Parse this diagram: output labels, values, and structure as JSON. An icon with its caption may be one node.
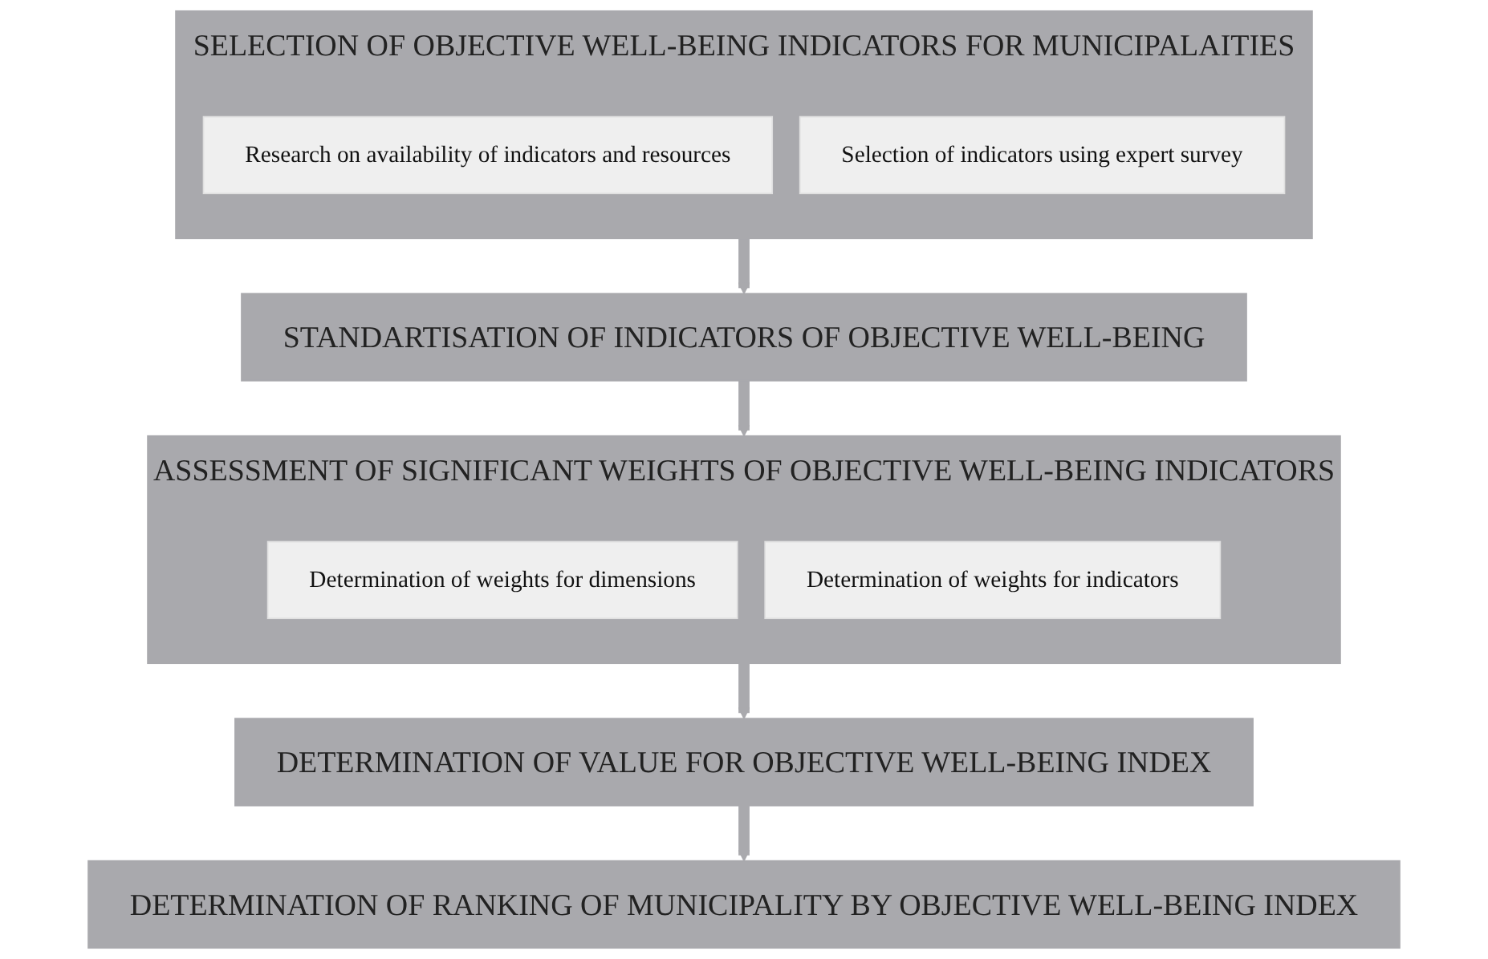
{
  "diagram": {
    "nodes": [
      {
        "text": [
          "SELECTION OF OBJECTIVE WELL-BEING INDICATORS FOR MUNICIPALAITIES"
        ]
      },
      {
        "text": [
          "Research on availability of indicators and resources"
        ],
        "in": 0
      },
      {
        "text": [
          "Selection of indicators using expert survey"
        ],
        "in": 0
      },
      {
        "text": [
          "STANDARTISATION OF INDICATORS OF OBJECTIVE WELL-BEING"
        ]
      },
      {
        "text": [
          "ASSESSMENT OF SIGNIFICANT WEIGHTS OF OBJECTIVE WELL-BEING INDICATORS"
        ]
      },
      {
        "text": [
          "Determination of weights for dimensions"
        ],
        "in": 4
      },
      {
        "text": [
          "Determination of weights for indicators"
        ],
        "in": 4
      },
      {
        "text": [
          "DETERMINATION OF VALUE FOR OBJECTIVE WELL-BEING INDEX"
        ]
      },
      {
        "text": [
          "DETERMINATION OF RANKING OF MUNICIPALITY BY OBJECTIVE WELL-BEING INDEX"
        ]
      }
    ],
    "edges": [
      {
        "from": 0,
        "to": 3,
        "arrow": "to"
      },
      {
        "from": 3,
        "to": 4,
        "arrow": "to"
      },
      {
        "from": 4,
        "to": 7,
        "arrow": "to"
      },
      {
        "from": 7,
        "to": 8,
        "arrow": "to"
      }
    ]
  }
}
